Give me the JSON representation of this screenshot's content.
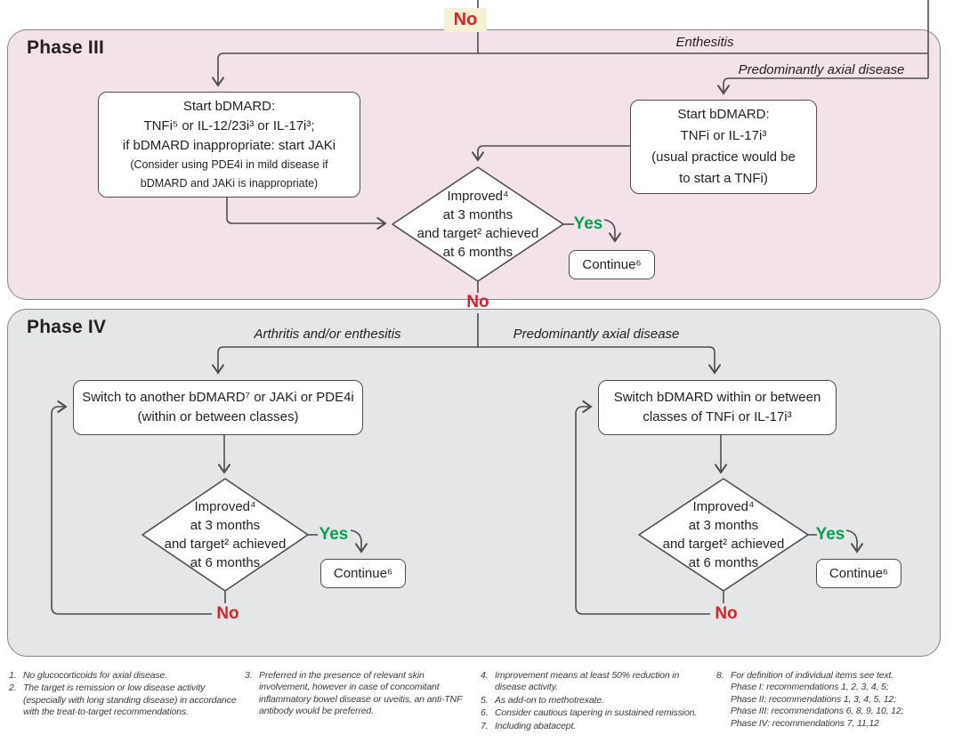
{
  "top": {
    "no": "No"
  },
  "phase3": {
    "title": "Phase III",
    "label_enthesitis": "Enthesitis",
    "label_axial": "Predominantly axial disease",
    "box_left_main": "Start bDMARD:\nTNFi⁵ or IL-12/23i³ or IL-17i³;\nif bDMARD inappropriate: start JAKi",
    "box_left_note": "(Consider using PDE4i in mild disease if\nbDMARD and JAKi is inappropriate)",
    "box_right": "Start bDMARD:\nTNFi or IL-17i³\n(usual practice would be\nto start a TNFi)",
    "decision": "Improved⁴\nat 3 months\nand target² achieved\nat 6 months",
    "yes": "Yes",
    "no": "No",
    "continue": "Continue⁶"
  },
  "phase4": {
    "title": "Phase IV",
    "label_left": "Arthritis and/or enthesitis",
    "label_right": "Predominantly axial disease",
    "box_left": "Switch to another bDMARD⁷ or JAKi or PDE4i\n(within or between classes)",
    "box_right": "Switch bDMARD within or between\nclasses of TNFi or IL-17i³",
    "decision_left": "Improved⁴\nat 3 months\nand target² achieved\nat 6 months",
    "decision_right": "Improved⁴\nat 3 months\nand target² achieved\nat 6 months",
    "yes_left": "Yes",
    "yes_right": "Yes",
    "no_left": "No",
    "no_right": "No",
    "continue_left": "Continue⁶",
    "continue_right": "Continue⁶"
  },
  "footnotes": {
    "col1": [
      {
        "num": "1.",
        "text": "No glucocorticoids for axial disease."
      },
      {
        "num": "2.",
        "text": "The target is remission or low disease activity\n(especially with long standing disease) in accordance\nwith the treat-to-target recommendations."
      }
    ],
    "col2": [
      {
        "num": "3.",
        "text": "Preferred in the presence of relevant skin\ninvolvement, however in case of concomitant\ninflammatory bowel disease or uveitis, an anti-TNF\nantibody would be preferred."
      }
    ],
    "col3": [
      {
        "num": "4.",
        "text": "Improvement means at least 50% reduction in\ndisease activity."
      },
      {
        "num": "5.",
        "text": "As add-on to methotrexate."
      },
      {
        "num": "6.",
        "text": "Consider cautious tapering in sustained remission."
      },
      {
        "num": "7.",
        "text": "Including abatacept."
      }
    ],
    "col4": [
      {
        "num": "8.",
        "text": "For definition of individual items see text.\nPhase I: recommendations 1, 2, 3, 4, 5;\nPhase II: recommendations 1, 3, 4, 5, 12;\nPhase III: recommendations 6, 8, 9, 10, 12;\nPhase IV: recommendations 7, 11,12"
      }
    ]
  },
  "colors": {
    "phase3_bg": "#f3e2ea",
    "phase4_bg": "#e5e6e7",
    "line": "#4d4d4f",
    "red": "#da2128",
    "green": "#00a64f",
    "no_badge_bg": "#f6f1d5"
  }
}
